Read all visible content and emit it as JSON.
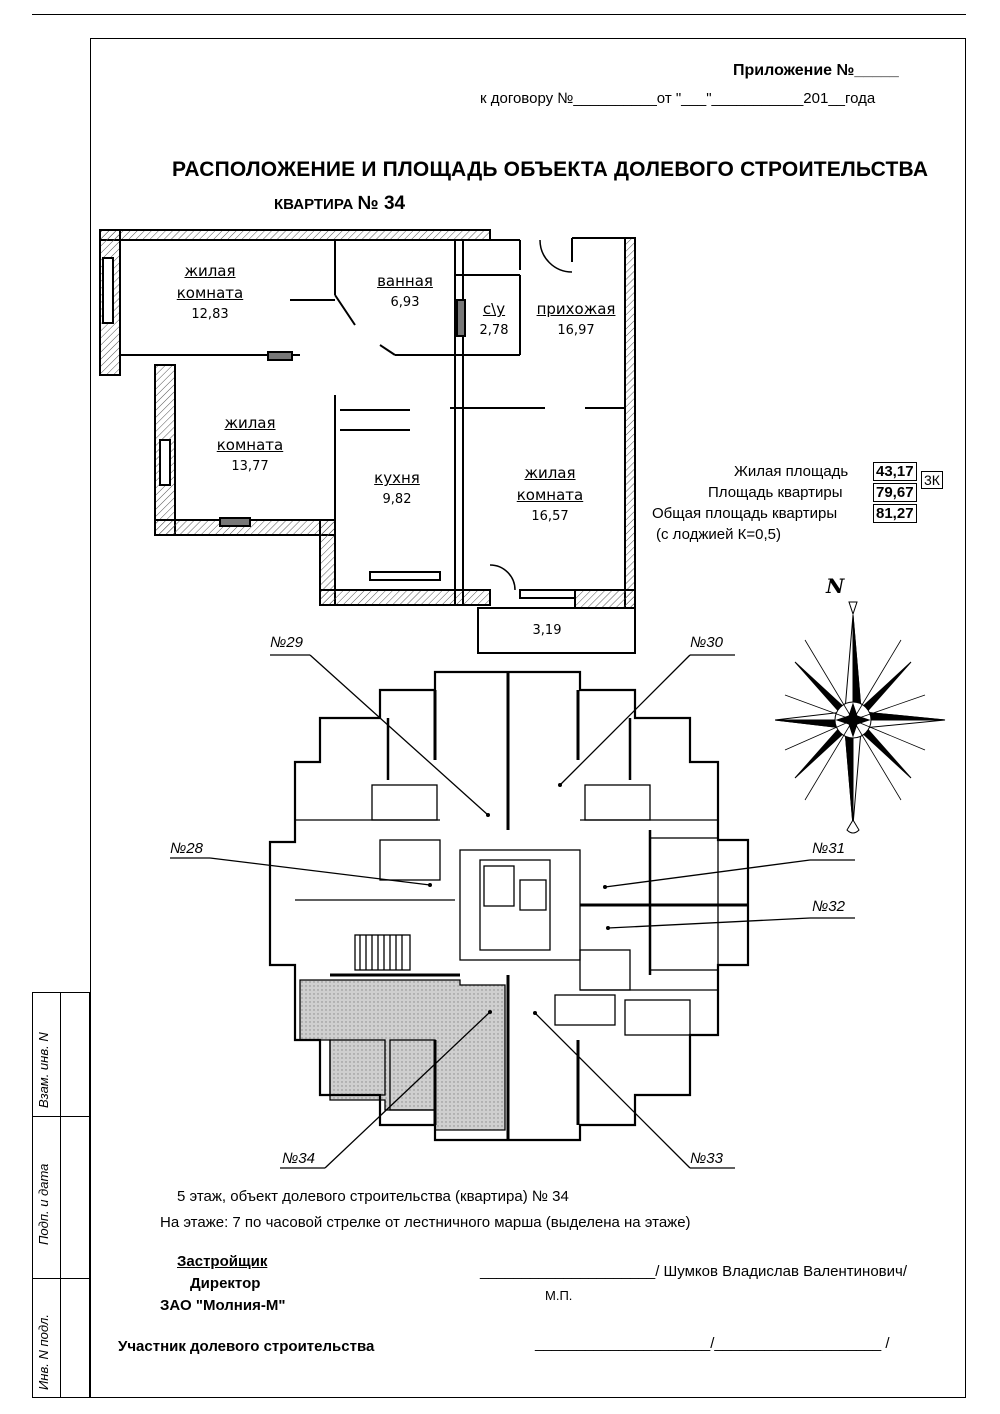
{
  "header": {
    "appendix": "Приложение №_____",
    "contract": "к договору №__________от \"___\"___________201__года",
    "title": "РАСПОЛОЖЕНИЕ И ПЛОЩАДЬ ОБЪЕКТА ДОЛЕВОГО СТРОИТЕЛЬСТВА",
    "apartment_prefix": "КВАРТИРА",
    "apartment_number": "№ 34"
  },
  "rooms": [
    {
      "name1": "жилая",
      "name2": "комната",
      "area": "12,83"
    },
    {
      "name1": "ванная",
      "area": "6,93"
    },
    {
      "name1": "с\\у",
      "area": "2,78"
    },
    {
      "name1": "прихожая",
      "area": "16,97"
    },
    {
      "name1": "жилая",
      "name2": "комната",
      "area": "13,77"
    },
    {
      "name1": "кухня",
      "area": "9,82"
    },
    {
      "name1": "жилая",
      "name2": "комната",
      "area": "16,57"
    },
    {
      "area": "3,19"
    }
  ],
  "areas": {
    "living_label": "Жилая площадь",
    "living_value": "43,17",
    "rooms_badge": "3К",
    "apartment_label": "Площадь квартиры",
    "apartment_value": "79,67",
    "total_label": "Общая площадь квартиры",
    "total_value": "81,27",
    "note": "(с лоджией К=0,5)"
  },
  "compass": {
    "north": "N"
  },
  "floor_plan_labels": [
    "№29",
    "№30",
    "№28",
    "№31",
    "№32",
    "№34",
    "№33"
  ],
  "footer": {
    "floor_line": "5 этаж, объект долевого строительства (квартира) № 34",
    "position_line": "На этаже:  7 по часовой стрелке от лестничного марша (выделена на этаже)",
    "developer_label": "Застройщик",
    "director_label": "Директор",
    "company": "ЗАО \"Молния-М\"",
    "signature_line": "_____________________/ Шумков Владислав Валентинович/",
    "stamp": "М.П.",
    "participant_label": "Участник долевого строительства",
    "participant_line": "_____________________/____________________  /"
  },
  "stamp_column": {
    "vzam": "Взам. инв. N",
    "podp": "Подп. и дата",
    "inv": "Инв. N подл."
  }
}
